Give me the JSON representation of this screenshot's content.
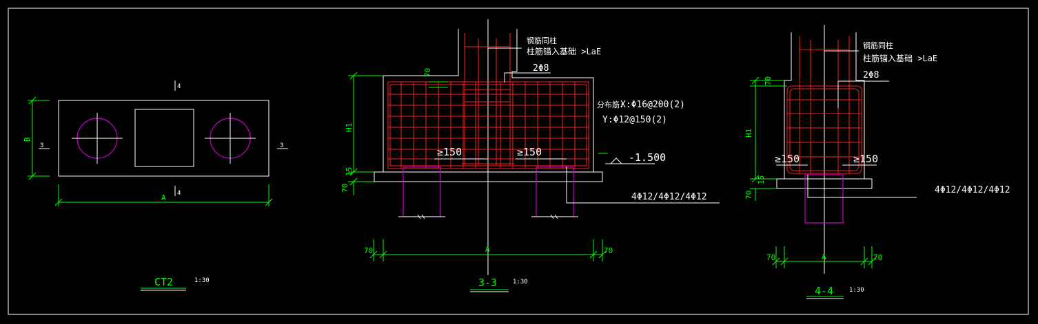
{
  "ct2": {
    "title": "CT2",
    "scale": "1:30",
    "dim_a": "A",
    "dim_b": "B",
    "sec_mark_left": "3",
    "sec_mark_right": "3",
    "sec_mark_top": "4",
    "sec_mark_bottom": "4"
  },
  "section33": {
    "title": "3-3",
    "scale": "1:30",
    "note_col_line1": "钢筋同柱",
    "note_col_line2": "柱筋锚入基础 >LaE",
    "stirrup": "2Φ8",
    "dist_label": "分布筋:",
    "dist_x": "X:Φ16@200(2)",
    "dist_y": "Y:Φ12@150(2)",
    "anchor_left": "≥150",
    "anchor_right": "≥150",
    "elevation": "-1.500",
    "bottom_bars": "4Φ12/4Φ12/4Φ12",
    "dim_h1": "H1",
    "dim_70_top": "70",
    "dim_15": "15",
    "dim_70_side": "70",
    "dim_70_left": "70",
    "dim_70_right": "70",
    "dim_a": "A"
  },
  "section44": {
    "title": "4-4",
    "scale": "1:30",
    "note_col_line1": "钢筋同柱",
    "note_col_line2": "柱筋锚入基础 >LaE",
    "stirrup": "2Φ8",
    "anchor_left": "≥150",
    "anchor_right": "≥150",
    "bottom_bars": "4Φ12/4Φ12/4Φ12",
    "dim_h1": "H1",
    "dim_70_top": "70",
    "dim_15": "15",
    "dim_70_side": "70",
    "dim_70_left": "70",
    "dim_70_right": "70",
    "dim_a": "A"
  }
}
